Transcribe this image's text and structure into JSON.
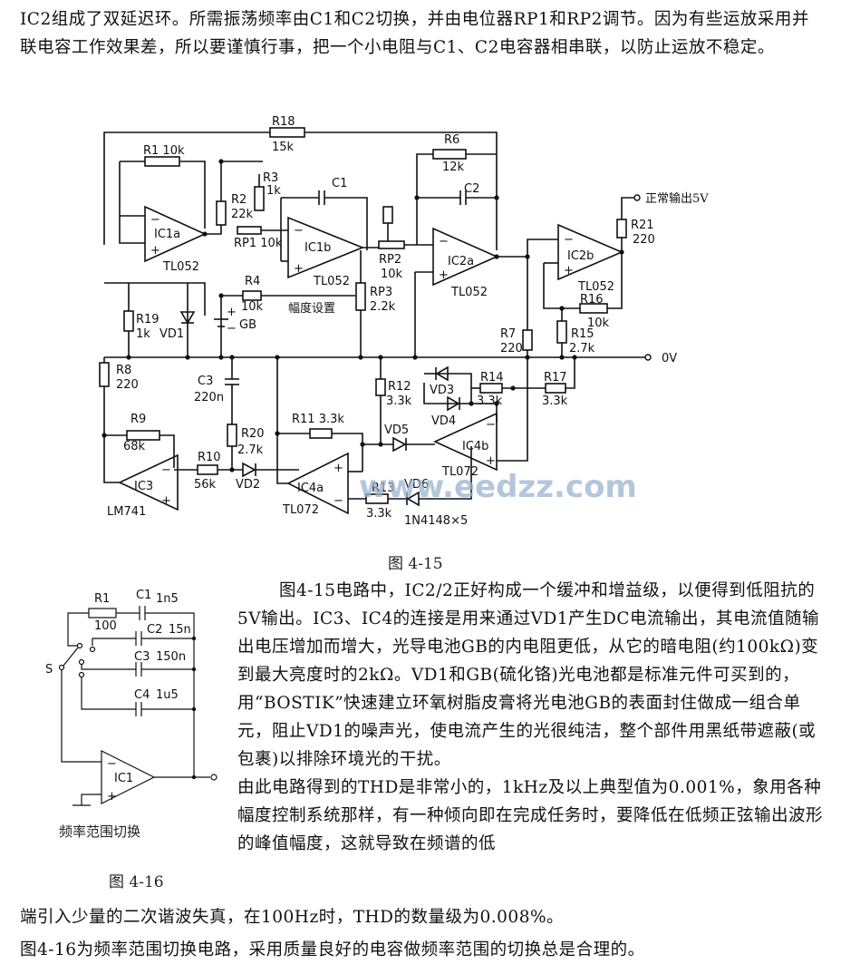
{
  "text": {
    "top_paragraph": "IC2组成了双延迟环。所需振荡频率由C1和C2切换，并由电位器RP1和RP2调节。因为有些运放采用并联电容工作效果差，所以要谨慎行事，把一个小电阻与C1、C2电容器相串联，以防止运放不稳定。",
    "right_paragraph": "图4-15电路中，IC2/2正好构成一个缓冲和增益级，以便得到低阻抗的5V输出。IC3、IC4的连接是用来通过VD1产生DC电流输出，其电流值随输出电压增加而增大，光导电池GB的内电阻更低，从它的暗电阻(约100kΩ)变到最大亮度时的2kΩ。VD1和GB(硫化铬)光电池都是标准元件可买到的，用“BOSTIK”快速建立环氧树脂皮膏将光电池GB的表面封住做成一组合单元，阻止VD1的噪声光，使电流产生的光很纯洁，整个部件用黑纸带遮蔽(或包裹)以排除环境光的干扰。",
    "right_paragraph_2": "由此电路得到的THD是非常小的，1kHz及以上典型值为0.001%，象用各种幅度控制系统那样，有一种倾向即在完成任务时，要降低在低频正弦输出波形的峰值幅度，这就导致在频谱的低",
    "bottom_paragraph": "端引入少量的二次谐波失真，在100Hz时，THD的数量级为0.008%。",
    "last_paragraph": "图4-16为频率范围切换电路，采用质量良好的电容做频率范围的切换总是合理的。",
    "caption_415": "图 4-15",
    "caption_416": "图 4-16",
    "caption_switch": "频率范围切换"
  },
  "fig415": {
    "r18": "R18",
    "r18v": "15k",
    "r1": "R1 10k",
    "r6": "R6",
    "r6v": "12k",
    "r3": "R3",
    "r3v": "1k",
    "r2": "R2",
    "r2v": "22k",
    "c1": "C1",
    "c2": "C2",
    "out": "正常输出5V",
    "ic1a": "IC1a",
    "tl052a": "TL052",
    "rp1": "RP1 10k",
    "ic1b": "IC1b",
    "tl052b": "TL052",
    "rp2": "RP2",
    "rp2v": "10k",
    "ic2a": "IC2a",
    "tl052c": "TL052",
    "ic2b": "IC2b",
    "tl052d": "TL052",
    "r21": "R21",
    "r21v": "220",
    "r16": "R16",
    "r16v": "10k",
    "r4": "R4",
    "r4v": "10k",
    "amp": "幅度设置",
    "rp3": "RP3",
    "rp3v": "2.2k",
    "r19": "R19",
    "r19v": "1k",
    "vd1": "VD1",
    "gb": "GB",
    "r7": "R7",
    "r7v": "220",
    "r15": "R15",
    "r15v": "2.7k",
    "zero": "0V",
    "r8": "R8",
    "r8v": "220",
    "c3": "C3",
    "c3v": "220n",
    "r12": "R12",
    "r12v": "3.3k",
    "vd3": "VD3",
    "vd4": "VD4",
    "r14": "R14",
    "r14v": "3.3k",
    "r17": "R17",
    "r17v": "3.3k",
    "r9": "R9",
    "r9v": "68k",
    "r20": "R20",
    "r20v": "2.7k",
    "r11": "R11  3.3k",
    "vd5": "VD5",
    "ic4b": "IC4b",
    "tl072b": "TL072",
    "r10": "R10",
    "r10v": "56k",
    "vd2": "VD2",
    "ic3": "IC3",
    "lm741": "LM741",
    "ic4a": "IC4a",
    "tl072a": "TL072",
    "r13": "R13",
    "r13v": "3.3k",
    "vd6": "VD6",
    "diodes": "1N4148×5",
    "watermark": "www.eedzz.com"
  },
  "fig416": {
    "r1": "R1",
    "r1v": "100",
    "c1": "C1",
    "c1v": "1n5",
    "c2": "C2",
    "c2v": "15n",
    "s": "S",
    "c3": "C3",
    "c3v": "150n",
    "c4": "C4",
    "c4v": "1u5",
    "ic1": "IC1"
  }
}
